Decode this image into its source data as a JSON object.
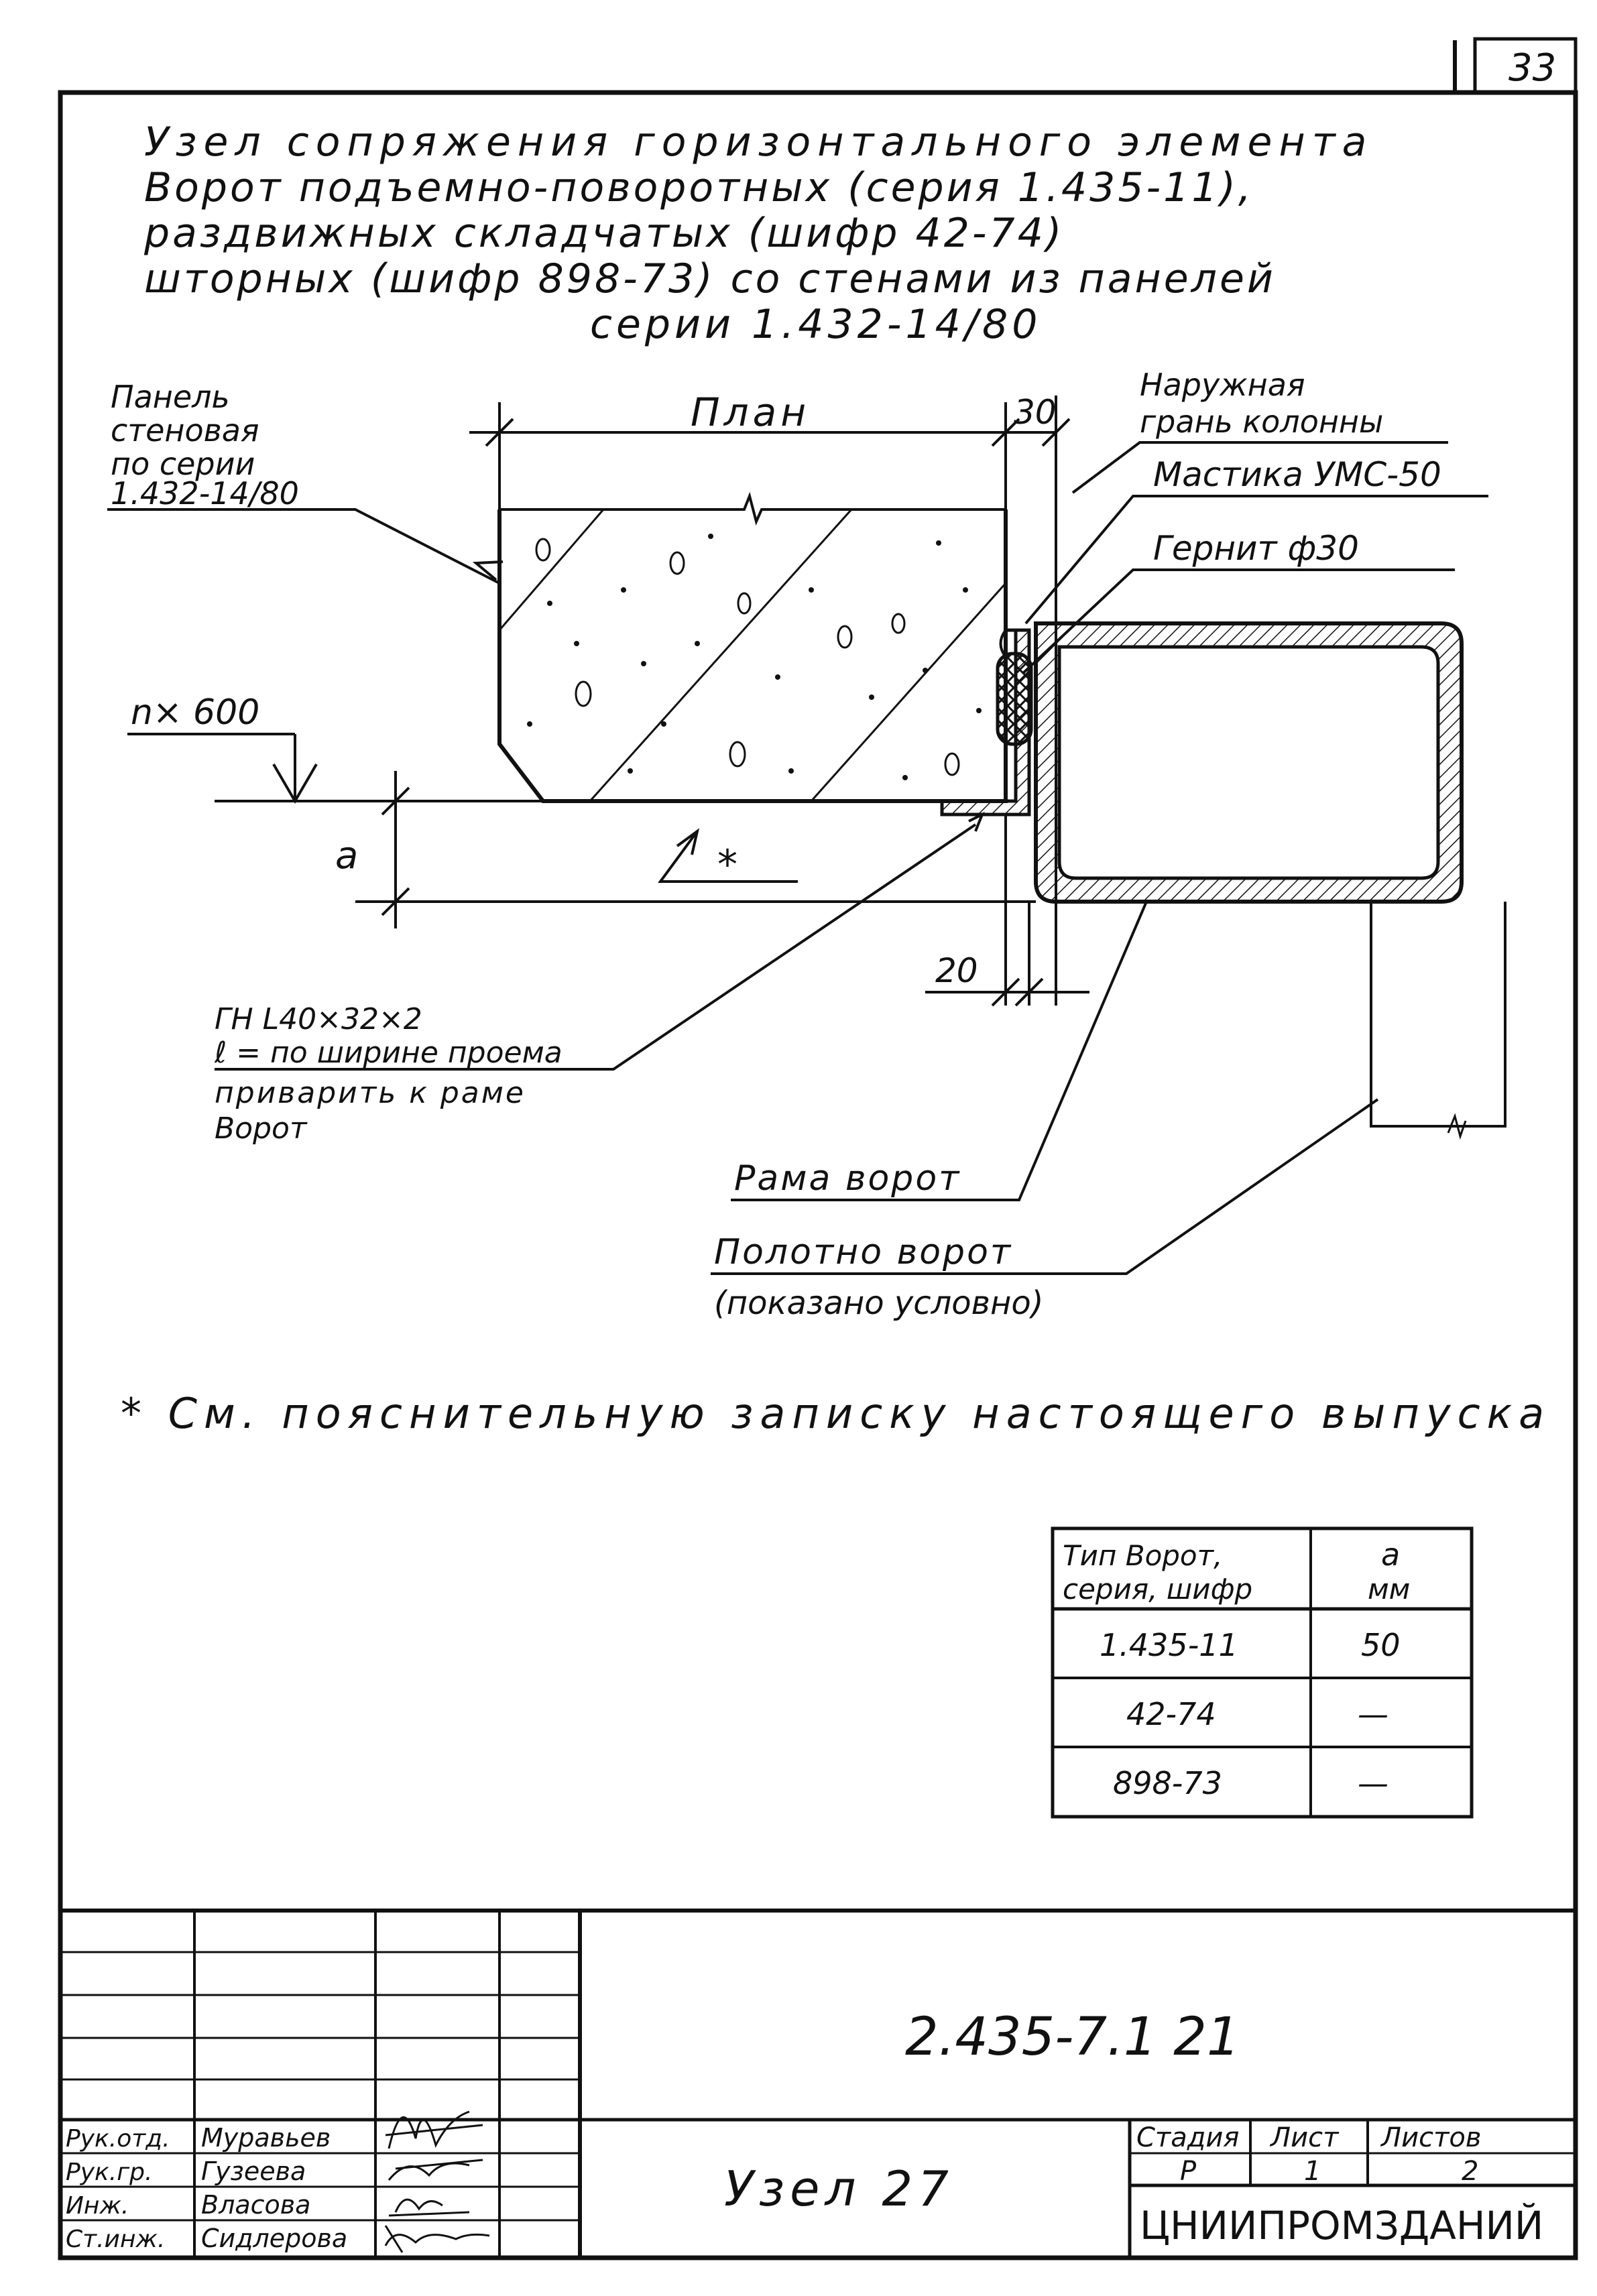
{
  "sheet_corner_number": "33",
  "title": {
    "lines": [
      "Узел сопряжения горизонтального элемента",
      "Ворот подъемно-поворотных (серия 1.435-11),",
      "раздвижных складчатых (шифр 42-74)",
      "шторных (шифр 898-73) со стенами из панелей",
      "серии 1.432-14/80"
    ]
  },
  "drawing": {
    "plan_label": "План",
    "dim_30": "30",
    "dim_20": "20",
    "dim_a": "a",
    "level_label": "n× 600",
    "asterisk": "*",
    "callouts": {
      "panel": [
        "Панель",
        "стеновая",
        "по серии",
        "1.432-14/80"
      ],
      "outer_face": [
        "Наружная",
        "грань колонны"
      ],
      "mastic": "Мастика УМС-50",
      "gernit": "Гернит ф30",
      "angle": [
        "ГН L40×32×2",
        "ℓ = по ширине проема"
      ],
      "weld": [
        "приварить к раме",
        "Ворот"
      ],
      "frame": "Рама ворот",
      "leaf": [
        "Полотно ворот",
        "(показано условно)"
      ]
    }
  },
  "footnote": "* См. пояснительную записку настоящего выпуска",
  "gate_table": {
    "headers": [
      [
        "Тип Ворот,",
        "серия, шифр"
      ],
      [
        "a",
        "мм"
      ]
    ],
    "rows": [
      [
        "1.435-11",
        "50"
      ],
      [
        "42-74",
        "—"
      ],
      [
        "898-73",
        "—"
      ]
    ]
  },
  "title_block": {
    "doc_code": "2.435-7.1 21",
    "sheet_name": "Узел 27",
    "stage_header": "Стадия",
    "sheet_header": "Лист",
    "sheets_header": "Листов",
    "stage": "Р",
    "sheet": "1",
    "sheets": "2",
    "org": "ЦНИИПРОМЗДАНИЙ",
    "signers": [
      {
        "role": "Рук.отд.",
        "name": "Муравьев"
      },
      {
        "role": "Рук.гр.",
        "name": "Гузеева"
      },
      {
        "role": "Инж.",
        "name": "Власова"
      },
      {
        "role": "Ст.инж.",
        "name": "Сидлерова"
      }
    ]
  },
  "colors": {
    "ink": "#111111",
    "paper": "#ffffff"
  }
}
